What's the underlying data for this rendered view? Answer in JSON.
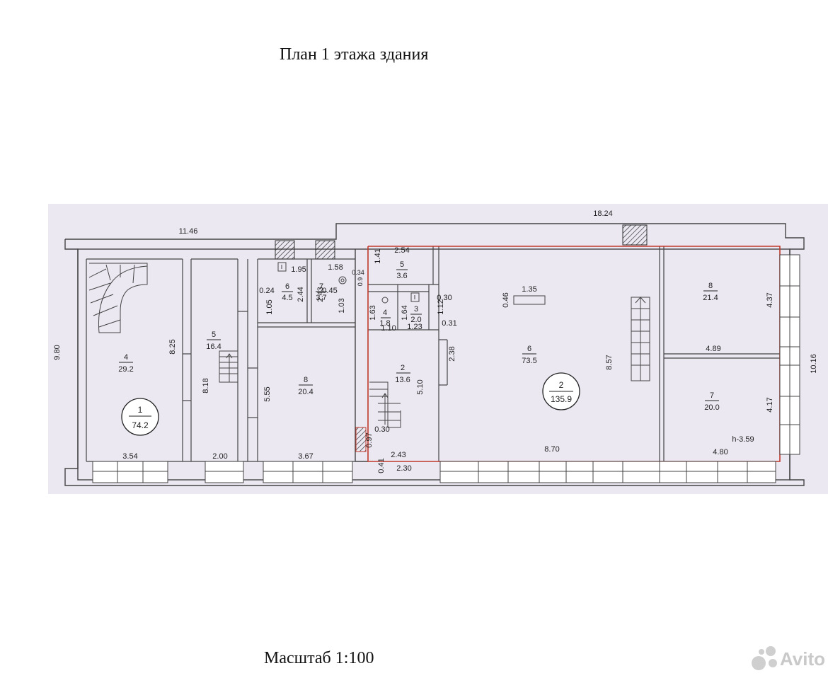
{
  "title": "План 1 этажа здания",
  "scale": "Масштаб 1:100",
  "watermark": "Avito",
  "colors": {
    "wall": "#444444",
    "highlight": "#c0392b",
    "paper": "#e9e6f1"
  },
  "dimensions": {
    "d1146": "11.46",
    "d1824": "18.24",
    "d980": "9.80",
    "d1016": "10.16",
    "d354": "3.54",
    "d200": "2.00",
    "d367": "3.67",
    "d243b": "2.43",
    "d230": "2.30",
    "d870": "8.70",
    "d480": "4.80",
    "d825": "8.25",
    "d818": "8.18",
    "d555": "5.55",
    "d195": "1.95",
    "d158": "1.58",
    "d024": "0.24",
    "d105": "1.05",
    "d244": "2.44",
    "d243": "2.43",
    "d103": "1.03",
    "d034": "0.34",
    "d045": "0.45",
    "d09": "0.9",
    "d141": "1.41",
    "d254": "2.54",
    "d163": "1.63",
    "d164": "1.64",
    "d112": "1.12",
    "d030a": "0.30",
    "d031": "0.31",
    "d110": "1.10",
    "d123": "1.23",
    "d238": "2.38",
    "d510": "5.10",
    "d030b": "0.30",
    "d097": "0.97",
    "d041": "0.41",
    "d046": "0.46",
    "d135": "1.35",
    "d857": "8.57",
    "d437": "4.37",
    "d489": "4.89",
    "d417": "4.17",
    "h359": "h-3.59"
  },
  "rooms": [
    {
      "num": "4",
      "area": "29.2"
    },
    {
      "num": "5",
      "area": "16.4"
    },
    {
      "num": "6",
      "area": "4.5"
    },
    {
      "num": "7",
      "area": "3.7"
    },
    {
      "num": "8",
      "area": "20.4"
    },
    {
      "num": "5",
      "area": "3.6"
    },
    {
      "num": "4",
      "area": "1.8"
    },
    {
      "num": "3",
      "area": "2.0"
    },
    {
      "num": "2",
      "area": "13.6"
    },
    {
      "num": "6",
      "area": "73.5"
    },
    {
      "num": "8",
      "area": "21.4"
    },
    {
      "num": "7",
      "area": "20.0"
    }
  ],
  "units": [
    {
      "num": "1",
      "area": "74.2"
    },
    {
      "num": "2",
      "area": "135.9"
    }
  ]
}
